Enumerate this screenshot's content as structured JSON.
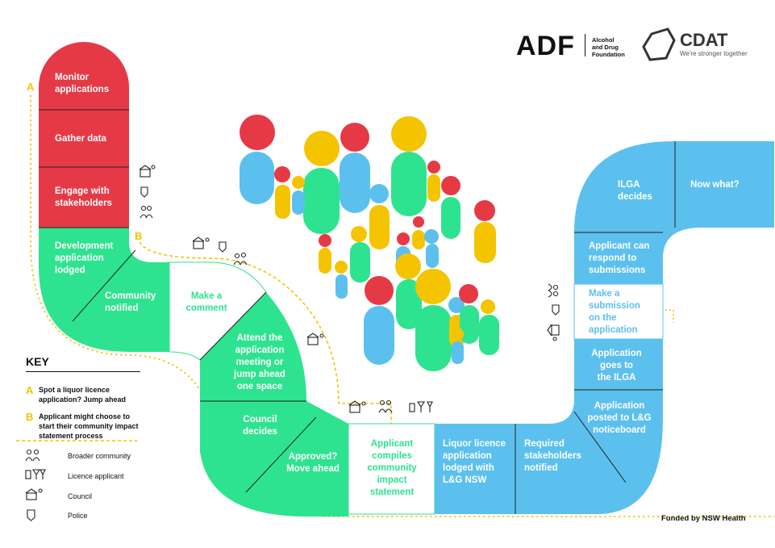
{
  "logos": {
    "adf_mark": "ADF",
    "adf_name": "Alcohol\nand Drug\nFoundation",
    "cdat_mark": "CDAT",
    "cdat_tagline": "We're stronger together"
  },
  "steps": {
    "monitor": "Monitor\napplications",
    "gather": "Gather data",
    "engage": "Engage with\nstakeholders",
    "development": "Development\napplication\nlodged",
    "community_notified": "Community\nnotified",
    "make_comment": "Make a\ncomment",
    "attend": "Attend the\napplication\nmeeting or\njump ahead\none space",
    "council_decides": "Council\ndecides",
    "approved": "Approved?\nMove ahead",
    "compiles": "Applicant\ncompiles\ncommunity\nimpact\nstatement",
    "lodged": "Liquor licence\napplication\nlodged with\nL&G NSW",
    "required": "Required\nstakeholders\nnotified",
    "posted": "Application\nposted to L&G\nnoticeboard",
    "goes": "Application\ngoes to\nthe ILGA",
    "submission": "Make a\nsubmission\non the\napplication",
    "respond": "Applicant can\nrespond to\nsubmissions",
    "ilga": "ILGA\ndecides",
    "now_what": "Now what?"
  },
  "route_markers": {
    "a": "A",
    "b": "B"
  },
  "key": {
    "title": "KEY",
    "a_letter": "A",
    "a_text": "Spot a liquor licence\napplication? Jump ahead",
    "b_letter": "B",
    "b_text": "Applicant might choose to\nstart their community impact\nstatement process",
    "icons": [
      {
        "icon": "people-icon",
        "label": "Broader community"
      },
      {
        "icon": "drinks-icon",
        "label": "Licence applicant"
      },
      {
        "icon": "council-building-icon",
        "label": "Council"
      },
      {
        "icon": "police-badge-icon",
        "label": "Police"
      }
    ]
  },
  "funded_by": "Funded by NSW Health",
  "colors": {
    "red": "#e63946",
    "green": "#2ee38f",
    "blue": "#5cc0ee",
    "yellow": "#f5c400",
    "white_tile": "#ffffff"
  }
}
